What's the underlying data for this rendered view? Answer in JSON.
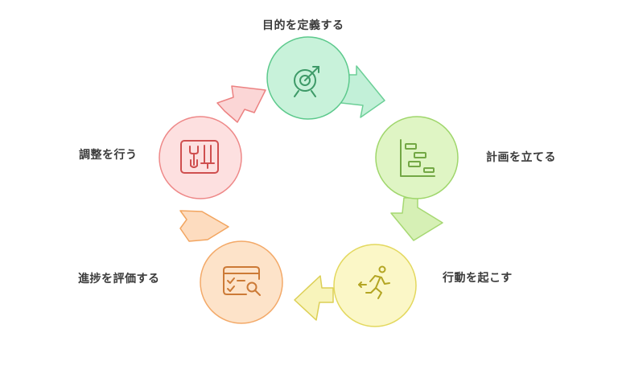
{
  "steps": [
    {
      "label": "目的を定義する",
      "icon": "target-icon",
      "fill": "#c8f2da",
      "stroke": "#5cc98c",
      "icon_color": "#3e9a68"
    },
    {
      "label": "計画を立てる",
      "icon": "gantt-chart-icon",
      "fill": "#dff5c4",
      "stroke": "#9fd66b",
      "icon_color": "#73a845"
    },
    {
      "label": "行動を起こす",
      "icon": "running-person-icon",
      "fill": "#fbf7c7",
      "stroke": "#e3d85e",
      "icon_color": "#b3a523"
    },
    {
      "label": "進捗を評価する",
      "icon": "document-search-icon",
      "fill": "#fde3c9",
      "stroke": "#f3a968",
      "icon_color": "#cc7a36"
    },
    {
      "label": "調整を行う",
      "icon": "tools-icon",
      "fill": "#fde0e0",
      "stroke": "#ee8888",
      "icon_color": "#cf4f4f"
    }
  ]
}
